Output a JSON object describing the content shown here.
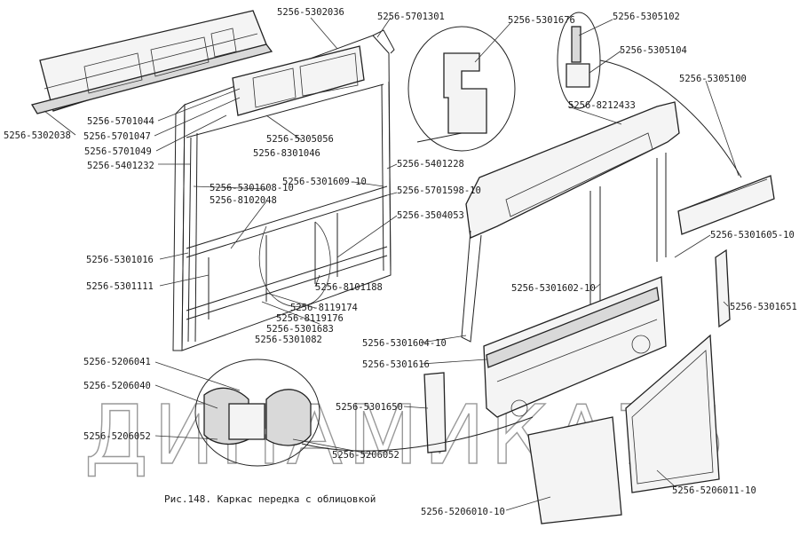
{
  "figure": {
    "caption": "Рис.148. Каркас передка с облицовкой",
    "watermark": "ДИНАМИКА76"
  },
  "labels": [
    {
      "id": "p5302036",
      "text": "5256-5302036"
    },
    {
      "id": "p5701301",
      "text": "5256-5701301"
    },
    {
      "id": "p5301676",
      "text": "5256-5301676"
    },
    {
      "id": "p5305102",
      "text": "5256-5305102"
    },
    {
      "id": "p5305104",
      "text": "5256-5305104"
    },
    {
      "id": "p5305100",
      "text": "5256-5305100"
    },
    {
      "id": "p8212433",
      "text": "5256-8212433"
    },
    {
      "id": "p5302038",
      "text": "5256-5302038"
    },
    {
      "id": "p5701044",
      "text": "5256-5701044"
    },
    {
      "id": "p5701047",
      "text": "5256-5701047"
    },
    {
      "id": "p5701049",
      "text": "5256-5701049"
    },
    {
      "id": "p5401232",
      "text": "5256-5401232"
    },
    {
      "id": "p5305056",
      "text": "5256-5305056"
    },
    {
      "id": "p8301046",
      "text": "5256-8301046"
    },
    {
      "id": "p5401228",
      "text": "5256-5401228"
    },
    {
      "id": "p5301609",
      "text": "5256-5301609-10"
    },
    {
      "id": "p5701598",
      "text": "5256-5701598-10"
    },
    {
      "id": "p5301608",
      "text": "5256-5301608-10"
    },
    {
      "id": "p8102048",
      "text": "5256-8102048"
    },
    {
      "id": "p3504053",
      "text": "5256-3504053"
    },
    {
      "id": "p5301016",
      "text": "5256-5301016"
    },
    {
      "id": "p5301605",
      "text": "5256-5301605-10"
    },
    {
      "id": "p5301111",
      "text": "5256-5301111"
    },
    {
      "id": "p8101188",
      "text": "5256-8101188"
    },
    {
      "id": "p5301602",
      "text": "5256-5301602-10"
    },
    {
      "id": "p5301651",
      "text": "5256-5301651"
    },
    {
      "id": "p8119174",
      "text": "5256-8119174"
    },
    {
      "id": "p8119176",
      "text": "5256-8119176"
    },
    {
      "id": "p5301683",
      "text": "5256-5301683"
    },
    {
      "id": "p5301082",
      "text": "5256-5301082"
    },
    {
      "id": "p5301604",
      "text": "5256-5301604-10"
    },
    {
      "id": "p5206041",
      "text": "5256-5206041"
    },
    {
      "id": "p5301616",
      "text": "5256-5301616"
    },
    {
      "id": "p5206040",
      "text": "5256-5206040"
    },
    {
      "id": "p5301650",
      "text": "5256-5301650"
    },
    {
      "id": "p5206052a",
      "text": "5256-5206052"
    },
    {
      "id": "p5206052b",
      "text": "5256-5206052"
    },
    {
      "id": "p5206011",
      "text": "5256-5206011-10"
    },
    {
      "id": "p5206010",
      "text": "5256-5206010-10"
    }
  ]
}
